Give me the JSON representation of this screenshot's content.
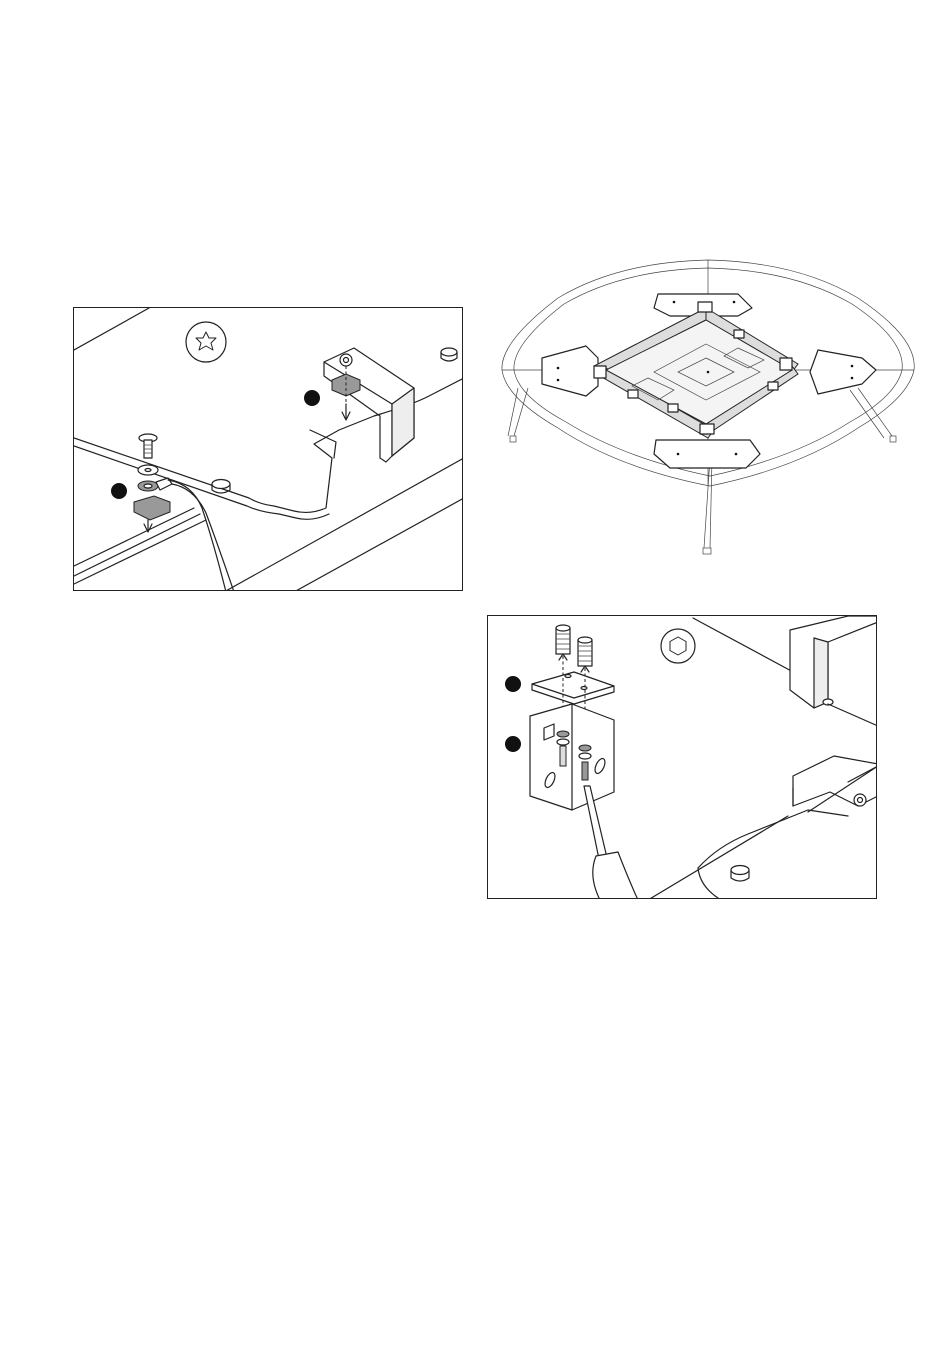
{
  "page": {
    "background": "#ffffff",
    "line_color": "#222222",
    "part_fill": "#999999"
  },
  "panels": [
    {
      "id": "a",
      "tool_icon": "torx-icon",
      "markers": 2,
      "content": "table-edge-clamp-and-ground-cable"
    },
    {
      "id": "b",
      "content": "table-frame-overview"
    },
    {
      "id": "c",
      "tool_icon": "hex-icon",
      "markers": 2,
      "content": "bracket-set-screws"
    }
  ]
}
